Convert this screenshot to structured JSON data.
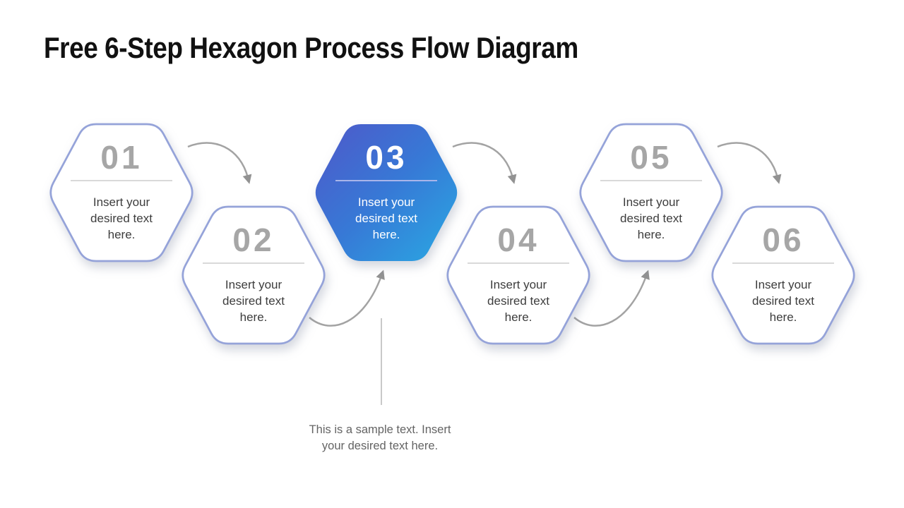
{
  "title": "Free 6-Step Hexagon Process Flow Diagram",
  "steps": [
    {
      "number": "01",
      "text": "Insert your desired text here.",
      "highlighted": false
    },
    {
      "number": "02",
      "text": "Insert your desired text here.",
      "highlighted": false
    },
    {
      "number": "03",
      "text": "Insert your desired text here.",
      "highlighted": true
    },
    {
      "number": "04",
      "text": "Insert your desired text here.",
      "highlighted": false
    },
    {
      "number": "05",
      "text": "Insert your desired text here.",
      "highlighted": false
    },
    {
      "number": "06",
      "text": "Insert your desired text here.",
      "highlighted": false
    }
  ],
  "callout": {
    "text": "This is a sample text. Insert your desired text here."
  },
  "colors": {
    "title": "#111111",
    "hex_fill": "#ffffff",
    "hex_border": "#95a3d9",
    "number": "#a6a6a6",
    "divider": "#d9d9d9",
    "divider_hl": "#a9b5ea",
    "text": "#3d3d3d",
    "white_text": "#ffffff",
    "arrow": "#a3a3a3",
    "arrow_head": "#929292",
    "grad_start": "#4f58c9",
    "grad_mid": "#3779d6",
    "grad_end": "#29a9e3",
    "callout_line": "#c9c9c9",
    "callout_text": "#646464"
  }
}
